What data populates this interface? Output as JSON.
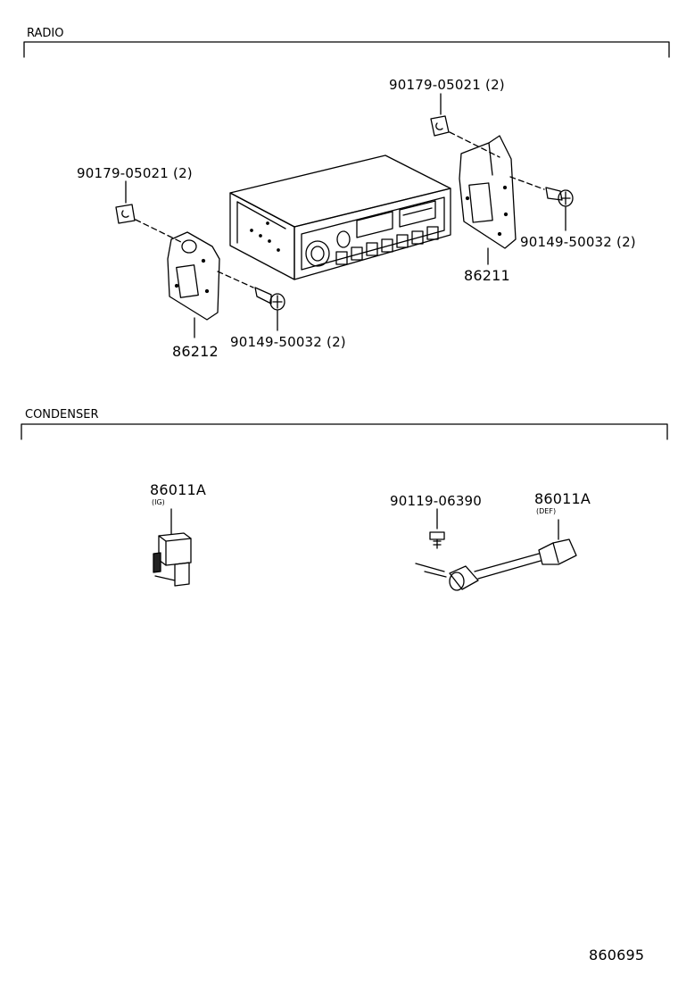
{
  "sections": {
    "radio": "RADIO",
    "condenser": "CONDENSER"
  },
  "labels": {
    "nut_upper_right": "90179-05021 (2)",
    "nut_left": "90179-05021 (2)",
    "screw_right": "90149-50032 (2)",
    "screw_left": "90149-50032 (2)",
    "bracket_right": "86211",
    "bracket_left": "86212",
    "condenser_ig": "86011A",
    "condenser_ig_note": "(IG)",
    "condenser_def": "86011A",
    "condenser_def_note": "(DEF)",
    "screw_condenser": "90119-06390"
  },
  "footer": {
    "diagram_code": "860695"
  }
}
